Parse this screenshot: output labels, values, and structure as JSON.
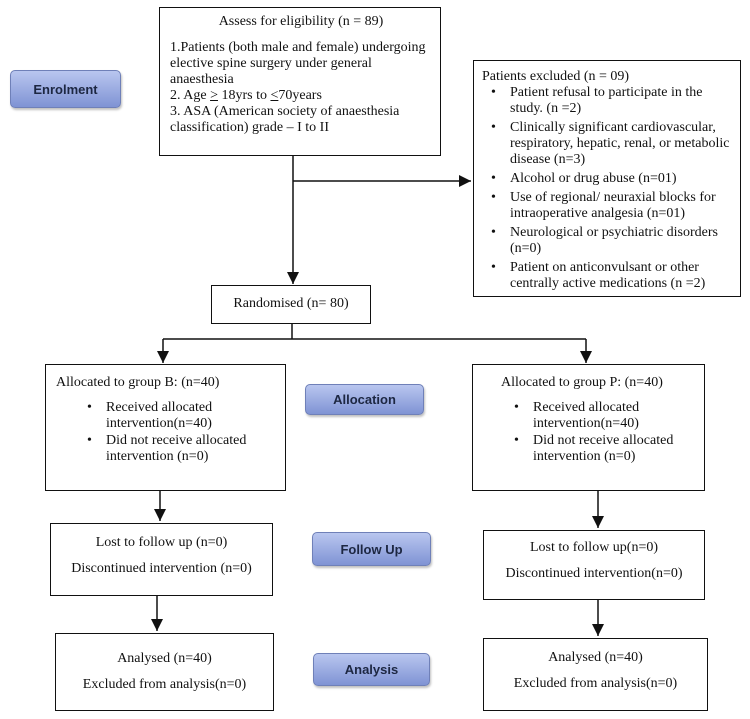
{
  "phases": {
    "enrolment": "Enrolment",
    "allocation": "Allocation",
    "follow_up": "Follow Up",
    "analysis": "Analysis"
  },
  "eligibility": {
    "title": "Assess for eligibility (n = 89)",
    "line1": "1.Patients (both male and female) undergoing elective spine surgery under general anaesthesia",
    "line2_prefix": "2. Age ",
    "line2_ge": ">",
    "line2_mid": " 18yrs to ",
    "line2_le": "<",
    "line2_suffix": "70years",
    "line3": "3. ASA (American society of anaesthesia classification) grade – I to II"
  },
  "excluded": {
    "title": "Patients excluded (n = 09)",
    "items": [
      "Patient refusal to participate in the study. (n =2)",
      "Clinically significant cardiovascular, respiratory, hepatic, renal, or metabolic disease (n=3)",
      "Alcohol or drug abuse (n=01)",
      "Use of regional/ neuraxial blocks for intraoperative analgesia (n=01)",
      "Neurological or psychiatric disorders (n=0)",
      "Patient on anticonvulsant or other centrally active medications (n =2)"
    ]
  },
  "randomised": "Randomised (n= 80)",
  "group_b": {
    "title": "Allocated to group B: (n=40)",
    "received": "Received allocated intervention(n=40)",
    "not_received": "Did not receive allocated intervention (n=0)",
    "lost": "Lost to follow up (n=0)",
    "discontinued": "Discontinued intervention (n=0)",
    "analysed": "Analysed (n=40)",
    "excluded_analysis": "Excluded from analysis(n=0)"
  },
  "group_p": {
    "title": "Allocated to group P: (n=40)",
    "received": "Received allocated intervention(n=40)",
    "not_received": "Did not receive allocated intervention (n=0)",
    "lost": "Lost to follow up(n=0)",
    "discontinued": "Discontinued intervention(n=0)",
    "analysed": "Analysed (n=40)",
    "excluded_analysis": "Excluded from analysis(n=0)"
  }
}
